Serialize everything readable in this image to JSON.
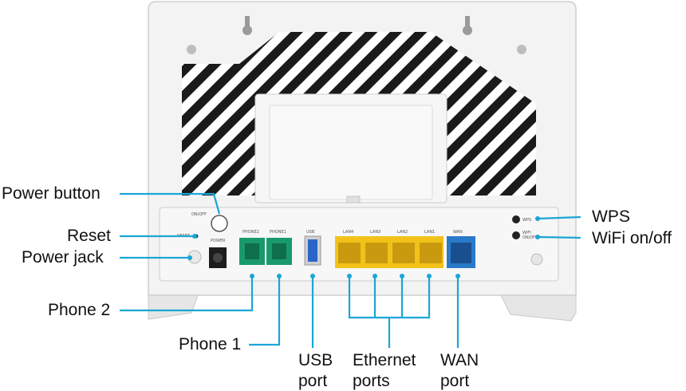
{
  "device_labels": {
    "onoff": "ON/OFF",
    "reset": "RESET",
    "power": "POWER",
    "phone2": "PHONE2",
    "phone1": "PHONE1",
    "usb": "USB",
    "lan4": "LAN4",
    "lan3": "LAN3",
    "lan2": "LAN2",
    "lan1": "LAN1",
    "wan": "WAN",
    "wps": "WPS",
    "wifi_line1": "WIFI",
    "wifi_line2": "ON/OFF"
  },
  "callouts": {
    "power_button": "Power button",
    "reset": "Reset",
    "power_jack": "Power jack",
    "phone2": "Phone 2",
    "phone1": "Phone 1",
    "usb_line1": "USB",
    "usb_line2": "port",
    "ethernet_line1": "Ethernet",
    "ethernet_line2": "ports",
    "wan_line1": "WAN",
    "wan_line2": "port",
    "wps": "WPS",
    "wifi": "WiFi on/off"
  },
  "colors": {
    "callout_line": "#1aa6d6",
    "phone_port": "#1a9a6a",
    "lan_port": "#f2c21a",
    "wan_port": "#2b79c9",
    "usb_port": "#2a66c9",
    "body": "#f2f2f2"
  }
}
